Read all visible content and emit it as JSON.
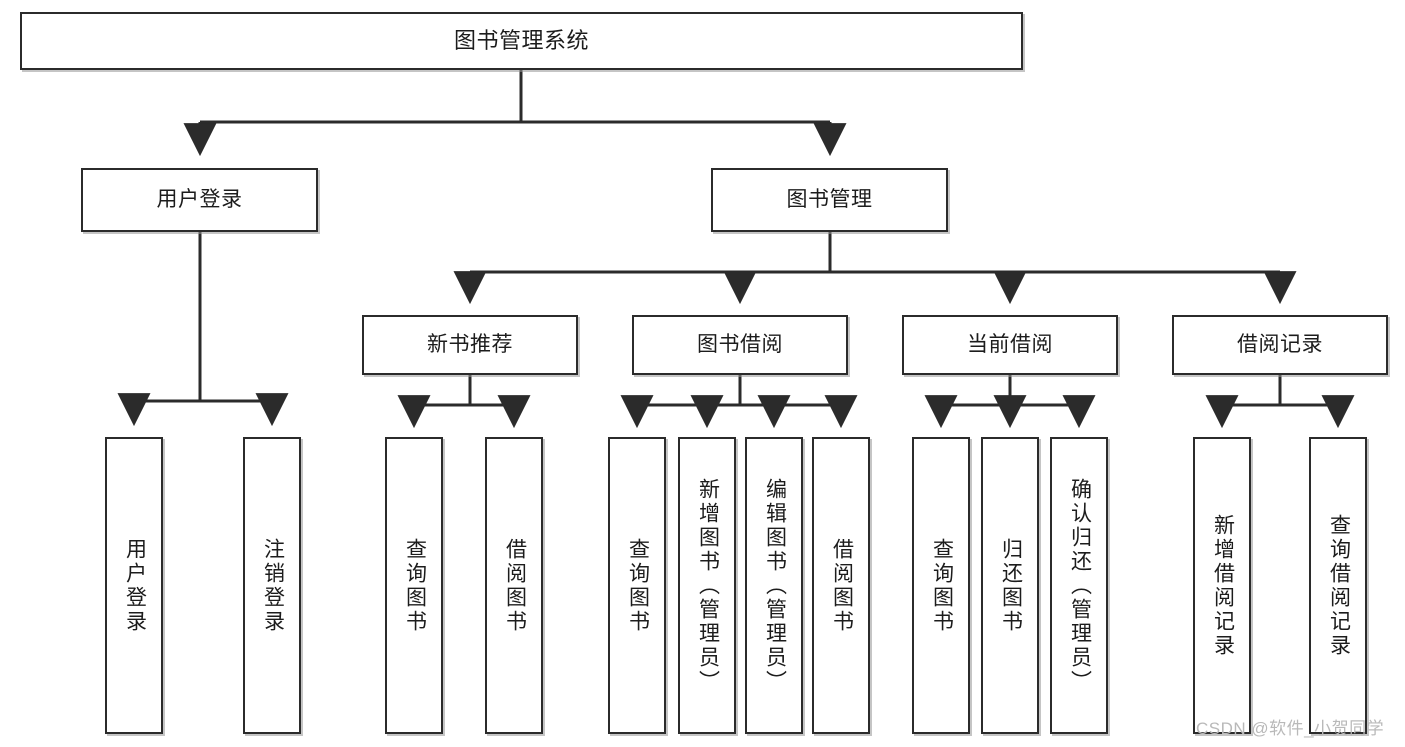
{
  "diagram": {
    "kind": "hierarchy-tree",
    "title": "图书管理系统",
    "colors": {
      "box_border": "#2b2b2b",
      "box_fill": "#ffffff",
      "connector": "#2b2b2b",
      "text": "#1c1c1c",
      "watermark": "#b9b9b9",
      "background": "#ffffff"
    },
    "root": {
      "label": "图书管理系统"
    },
    "level2": [
      {
        "label": "用户登录"
      },
      {
        "label": "图书管理"
      }
    ],
    "level3": [
      {
        "label": "新书推荐"
      },
      {
        "label": "图书借阅"
      },
      {
        "label": "当前借阅"
      },
      {
        "label": "借阅记录"
      }
    ],
    "leaves": {
      "user_login": [
        {
          "label": "用户登录"
        },
        {
          "label": "注销登录"
        }
      ],
      "new_book_recommend": [
        {
          "label": "查询图书"
        },
        {
          "label": "借阅图书"
        }
      ],
      "book_borrow": [
        {
          "label": "查询图书"
        },
        {
          "label": "新增图书（管理员）"
        },
        {
          "label": "编辑图书（管理员）"
        },
        {
          "label": "借阅图书"
        }
      ],
      "current_borrow": [
        {
          "label": "查询图书"
        },
        {
          "label": "归还图书"
        },
        {
          "label": "确认归还（管理员）"
        }
      ],
      "borrow_record": [
        {
          "label": "新增借阅记录"
        },
        {
          "label": "查询借阅记录"
        }
      ]
    },
    "watermark": "CSDN @软件_小贺同学"
  }
}
